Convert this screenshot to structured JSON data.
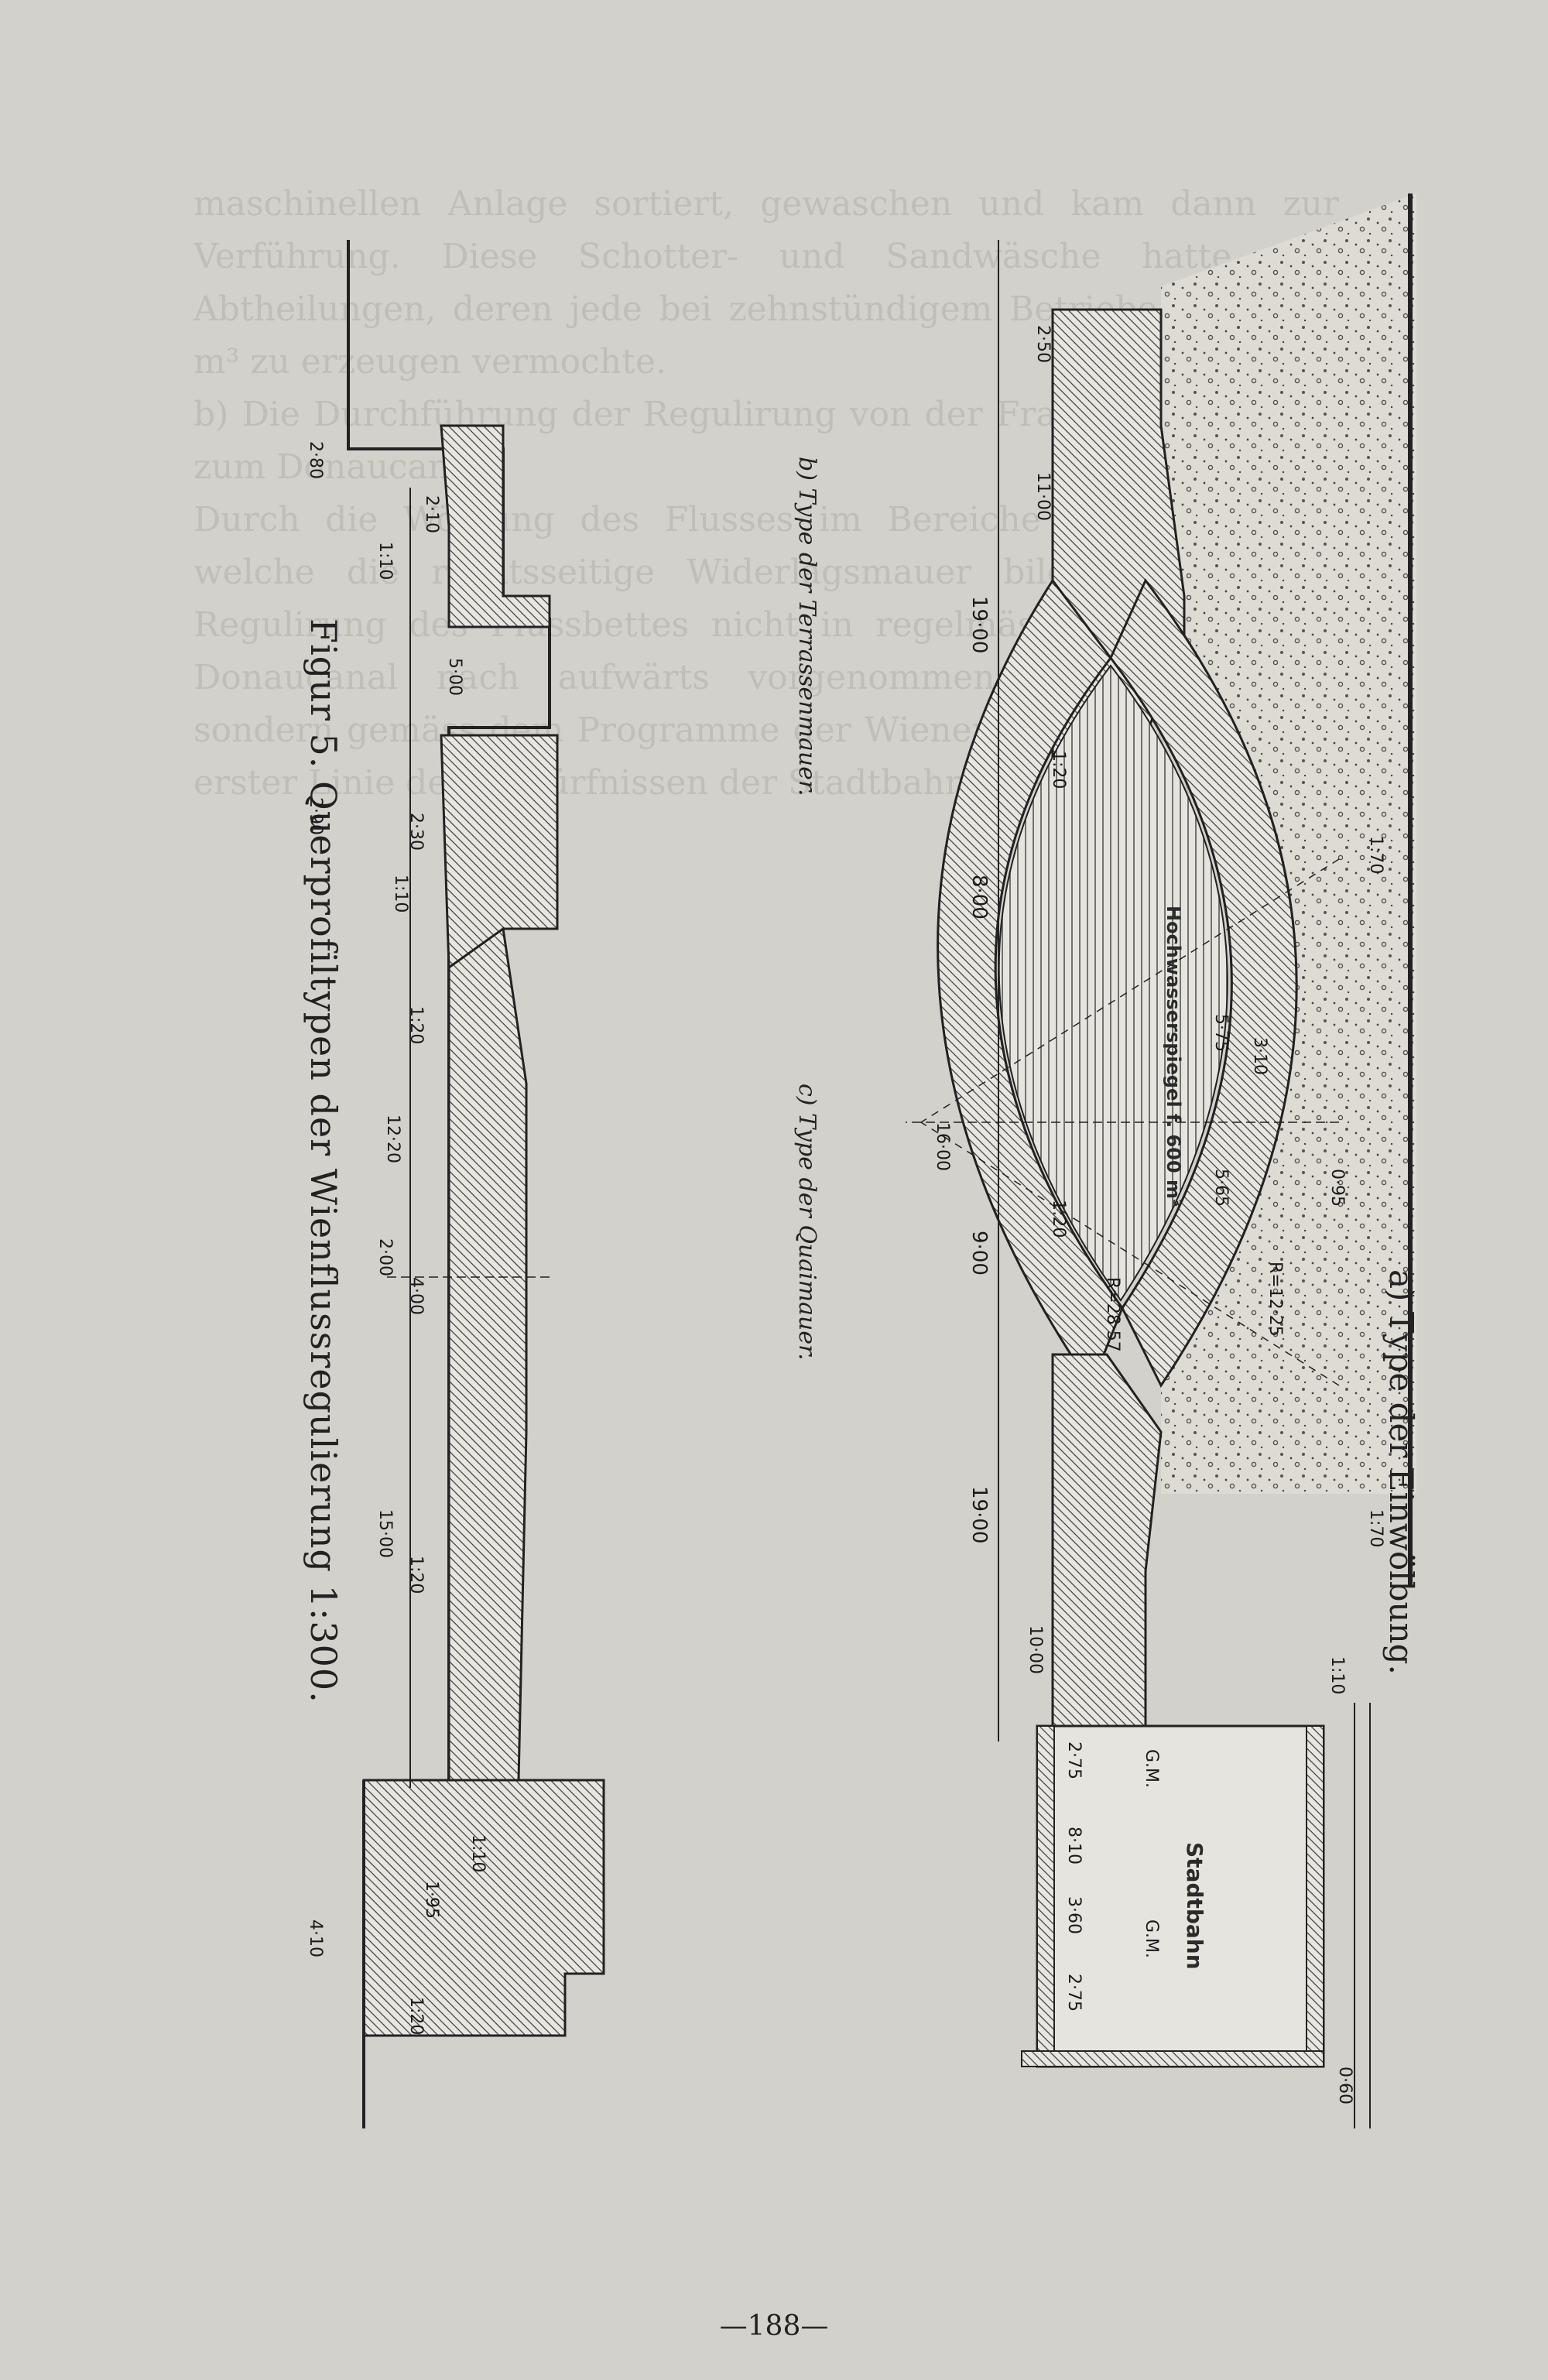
{
  "page": {
    "number": "—188—"
  },
  "figure": {
    "caption": "Figur 5. Querprofiltypen der Wienflussregulierung 1:300.",
    "sub_a": "a) Type der Einwölbung.",
    "sub_b": "b) Type der Terrassenmauer.",
    "sub_c": "c) Type der Quaimauer.",
    "labels": {
      "stadtbahn": "Stadtbahn",
      "hochwasser": "Hochwasserspiegel f. 600 m³",
      "gm1": "G.M.",
      "gm2": "G.M."
    },
    "dims_a": [
      "2·50",
      "11·00",
      "19·00",
      "1:20",
      "8·00",
      "5·75",
      "3·10",
      "5·65",
      "9·00",
      "1:20",
      "19·00",
      "10·00",
      "1:70",
      "1:70",
      "1:10",
      "0·95",
      "2·75",
      "8·10",
      "3·60",
      "2·75",
      "0·60",
      "R=12·25",
      "R=28·57",
      "16·00"
    ],
    "dims_bc": [
      "2·80",
      "2·10",
      "1:10",
      "5·00",
      "2·90",
      "2·30",
      "1:10",
      "1:20",
      "12·20",
      "2·00",
      "4·00",
      "15·00",
      "1:20",
      "1:10",
      "1·95",
      "4·10",
      "1:20"
    ]
  },
  "bleed_text": [
    "maschinellen Anlage sortiert, gewaschen und kam dann zur Verführung. Diese Schotter- und Sandwäsche hatte vier Abtheilungen, deren jede bei zehnstündigem Betriebe etwa 200 m³ zu erzeugen vermochte.",
    "b) Die Durchführung der Regulirung von der Franzensbrücke bis zum Donaucanal.",
    "Durch die Wölbung des Flusses im Bereiche der Stadtbahn, welche die rechtsseitige Widerlagsmauer bildet, wurde die Regulirung des Flussbettes nicht in regelmässiger Weise vom Donaucanal nach aufwärts vorgenommen werden können, sondern gemäss dem Programme der Wiener Verkehrsanlagen in erster Linie den Bedürfnissen der Stadtbahn entsprechend."
  ]
}
